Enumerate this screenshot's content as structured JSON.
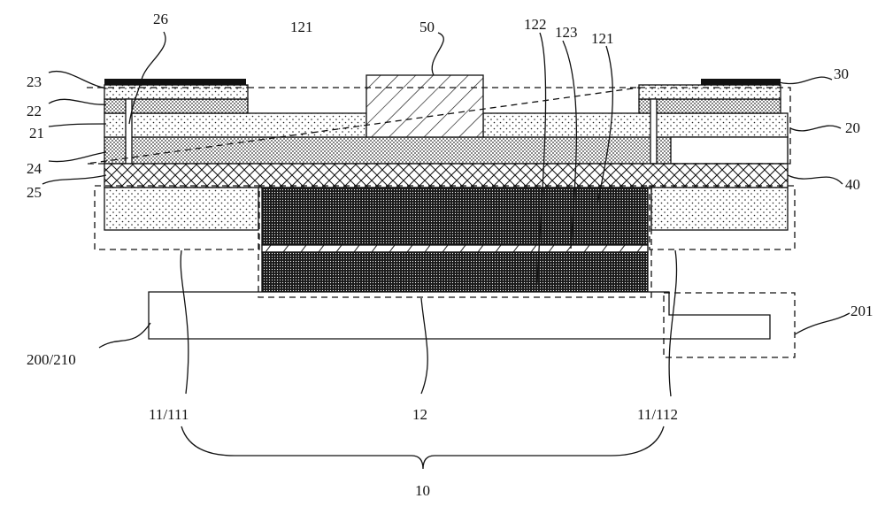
{
  "figure": {
    "labels": {
      "l26": "26",
      "l121_top": "121",
      "l50": "50",
      "l122": "122",
      "l123": "123",
      "l121_right": "121",
      "l23": "23",
      "l22": "22",
      "l21": "21",
      "l24": "24",
      "l25": "25",
      "l30": "30",
      "l20": "20",
      "l40": "40",
      "l201": "201",
      "l200_210": "200/210",
      "l11_111": "11/111",
      "l12": "12",
      "l11_112": "11/112",
      "l10": "10"
    }
  }
}
